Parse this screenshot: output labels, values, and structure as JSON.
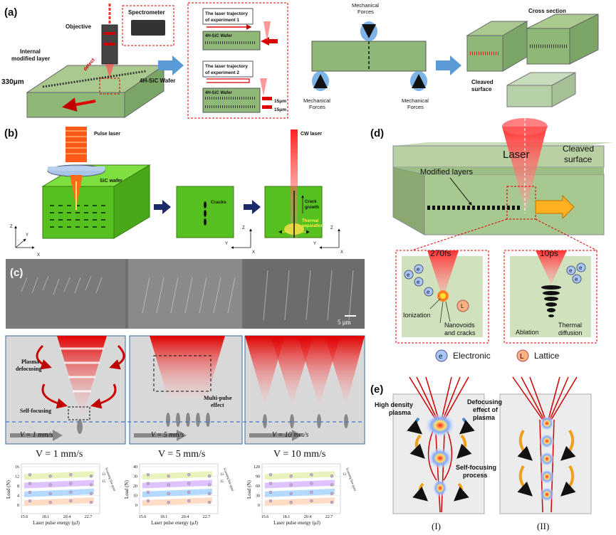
{
  "panel_labels": {
    "a": "(a)",
    "b": "(b)",
    "c": "(c)",
    "d": "(d)",
    "e": "(e)"
  },
  "panel_a": {
    "spectrometer": "Spectrometer",
    "objective": "Objective",
    "internal_modified_layer_1": "Internal",
    "internal_modified_layer_2": "modified layer",
    "detect": "detect",
    "wafer": "4H-SiC Wafer",
    "thickness": "330μm",
    "traj1_title_1": "The laser trajectory",
    "traj1_title_2": "of experiment 1",
    "traj1_sub": "1",
    "traj2_title_1": "The laser trajectory",
    "traj2_title_2": "of experiment 2",
    "traj2_sub": "2",
    "wafer_small_1": "4H-SiC Wafer",
    "wafer_small_2": "4H-SiC Wafer",
    "spacing_1": "15μm",
    "spacing_2": "15μm",
    "mech_top_1": "Mechanical",
    "mech_top_2": "Forces",
    "mech_left_1": "Mechanical",
    "mech_left_2": "Forces",
    "mech_right_1": "Mechanical",
    "mech_right_2": "Forces",
    "cross_section": "Cross section",
    "cleaved_1": "Cleaved",
    "cleaved_2": "surface"
  },
  "panel_b": {
    "pulse_laser": "Pulse laser",
    "sic_wafer": "SiC wafer",
    "cw_laser": "CW laser",
    "cracks": "Cracks",
    "crack_growth_1": "Crack",
    "crack_growth_2": "growth",
    "thermal_1": "Thermal",
    "thermal_2": "separation",
    "axis_z": "Z",
    "axis_y": "Y",
    "axis_x": "X",
    "axis2_z": "Z",
    "axis2_y": "Y",
    "axis2_x": "X",
    "axis3_z": "Z",
    "axis3_y": "Y",
    "axis3_x": "X"
  },
  "panel_c": {
    "scale_bar": "5 μm",
    "plasma_1": "Plasma",
    "plasma_2": "defocusing",
    "self_focusing": "Self-focusing",
    "multi_pulse_1": "Multi-pulse",
    "multi_pulse_2": "effect",
    "v1": "V = 1 mm/s",
    "v2": "V = 5 mm/s",
    "v3": "V = 10 mm/s",
    "caption1": "V = 1 mm/s",
    "caption2": "V = 5 mm/s",
    "caption3": "V = 10 mm/s",
    "ylabel": "Load (N)",
    "xlabel": "Laser pulse energy (μJ)",
    "depth_label": "Scanning line (μm)"
  },
  "panel_d": {
    "laser": "Laser",
    "cleaved_1": "Cleaved",
    "cleaved_2": "surface",
    "modified_layers": "Modified layers",
    "fs": "270fs",
    "ps": "10ps",
    "ionization": "Ionization",
    "nanovoids_1": "Nanovoids",
    "nanovoids_2": "and cracks",
    "ablation": "Ablation",
    "thermal_1": "Thermal",
    "thermal_2": "diffusion",
    "e_symbol": "e",
    "l_symbol": "L",
    "legend_e": "Electronic",
    "legend_l": "Lattice"
  },
  "panel_e": {
    "high_density_1": "High density",
    "high_density_2": "plasma",
    "defocusing_1": "Defocusing",
    "defocusing_2": "effect of",
    "defocusing_3": "plasma",
    "self_focusing_1": "Self-focusing",
    "self_focusing_2": "process",
    "label_i": "(I)",
    "label_ii": "(II)"
  },
  "chart_data": [
    {
      "type": "scatter",
      "title": "",
      "xlabel": "Laser pulse energy (μJ)",
      "ylabel": "Load (N)",
      "zlabel": "Scanning line (μm)",
      "x_ticks": [
        "15.6",
        "18.1",
        "20.4",
        "22.7"
      ],
      "y_ticks": [
        "0",
        "4",
        "8",
        "12",
        "16"
      ],
      "z_ticks": [
        "13",
        "15"
      ],
      "ylim": [
        0,
        16
      ]
    },
    {
      "type": "scatter",
      "title": "",
      "xlabel": "Laser pulse energy (μJ)",
      "ylabel": "Load (N)",
      "zlabel": "Scanning line (μm)",
      "x_ticks": [
        "15.6",
        "18.1",
        "20.4",
        "22.7"
      ],
      "y_ticks": [
        "0",
        "10",
        "20",
        "30",
        "40"
      ],
      "z_ticks": [
        "13",
        "15"
      ],
      "ylim": [
        0,
        40
      ]
    },
    {
      "type": "scatter",
      "title": "",
      "xlabel": "Laser pulse energy (μJ)",
      "ylabel": "Load (N)",
      "zlabel": "Scanning line (μm)",
      "x_ticks": [
        "15.6",
        "18.1",
        "20.4",
        "22.7"
      ],
      "y_ticks": [
        "0",
        "30",
        "60",
        "90",
        "120"
      ],
      "z_ticks": [
        "13"
      ],
      "ylim": [
        0,
        120
      ]
    }
  ]
}
